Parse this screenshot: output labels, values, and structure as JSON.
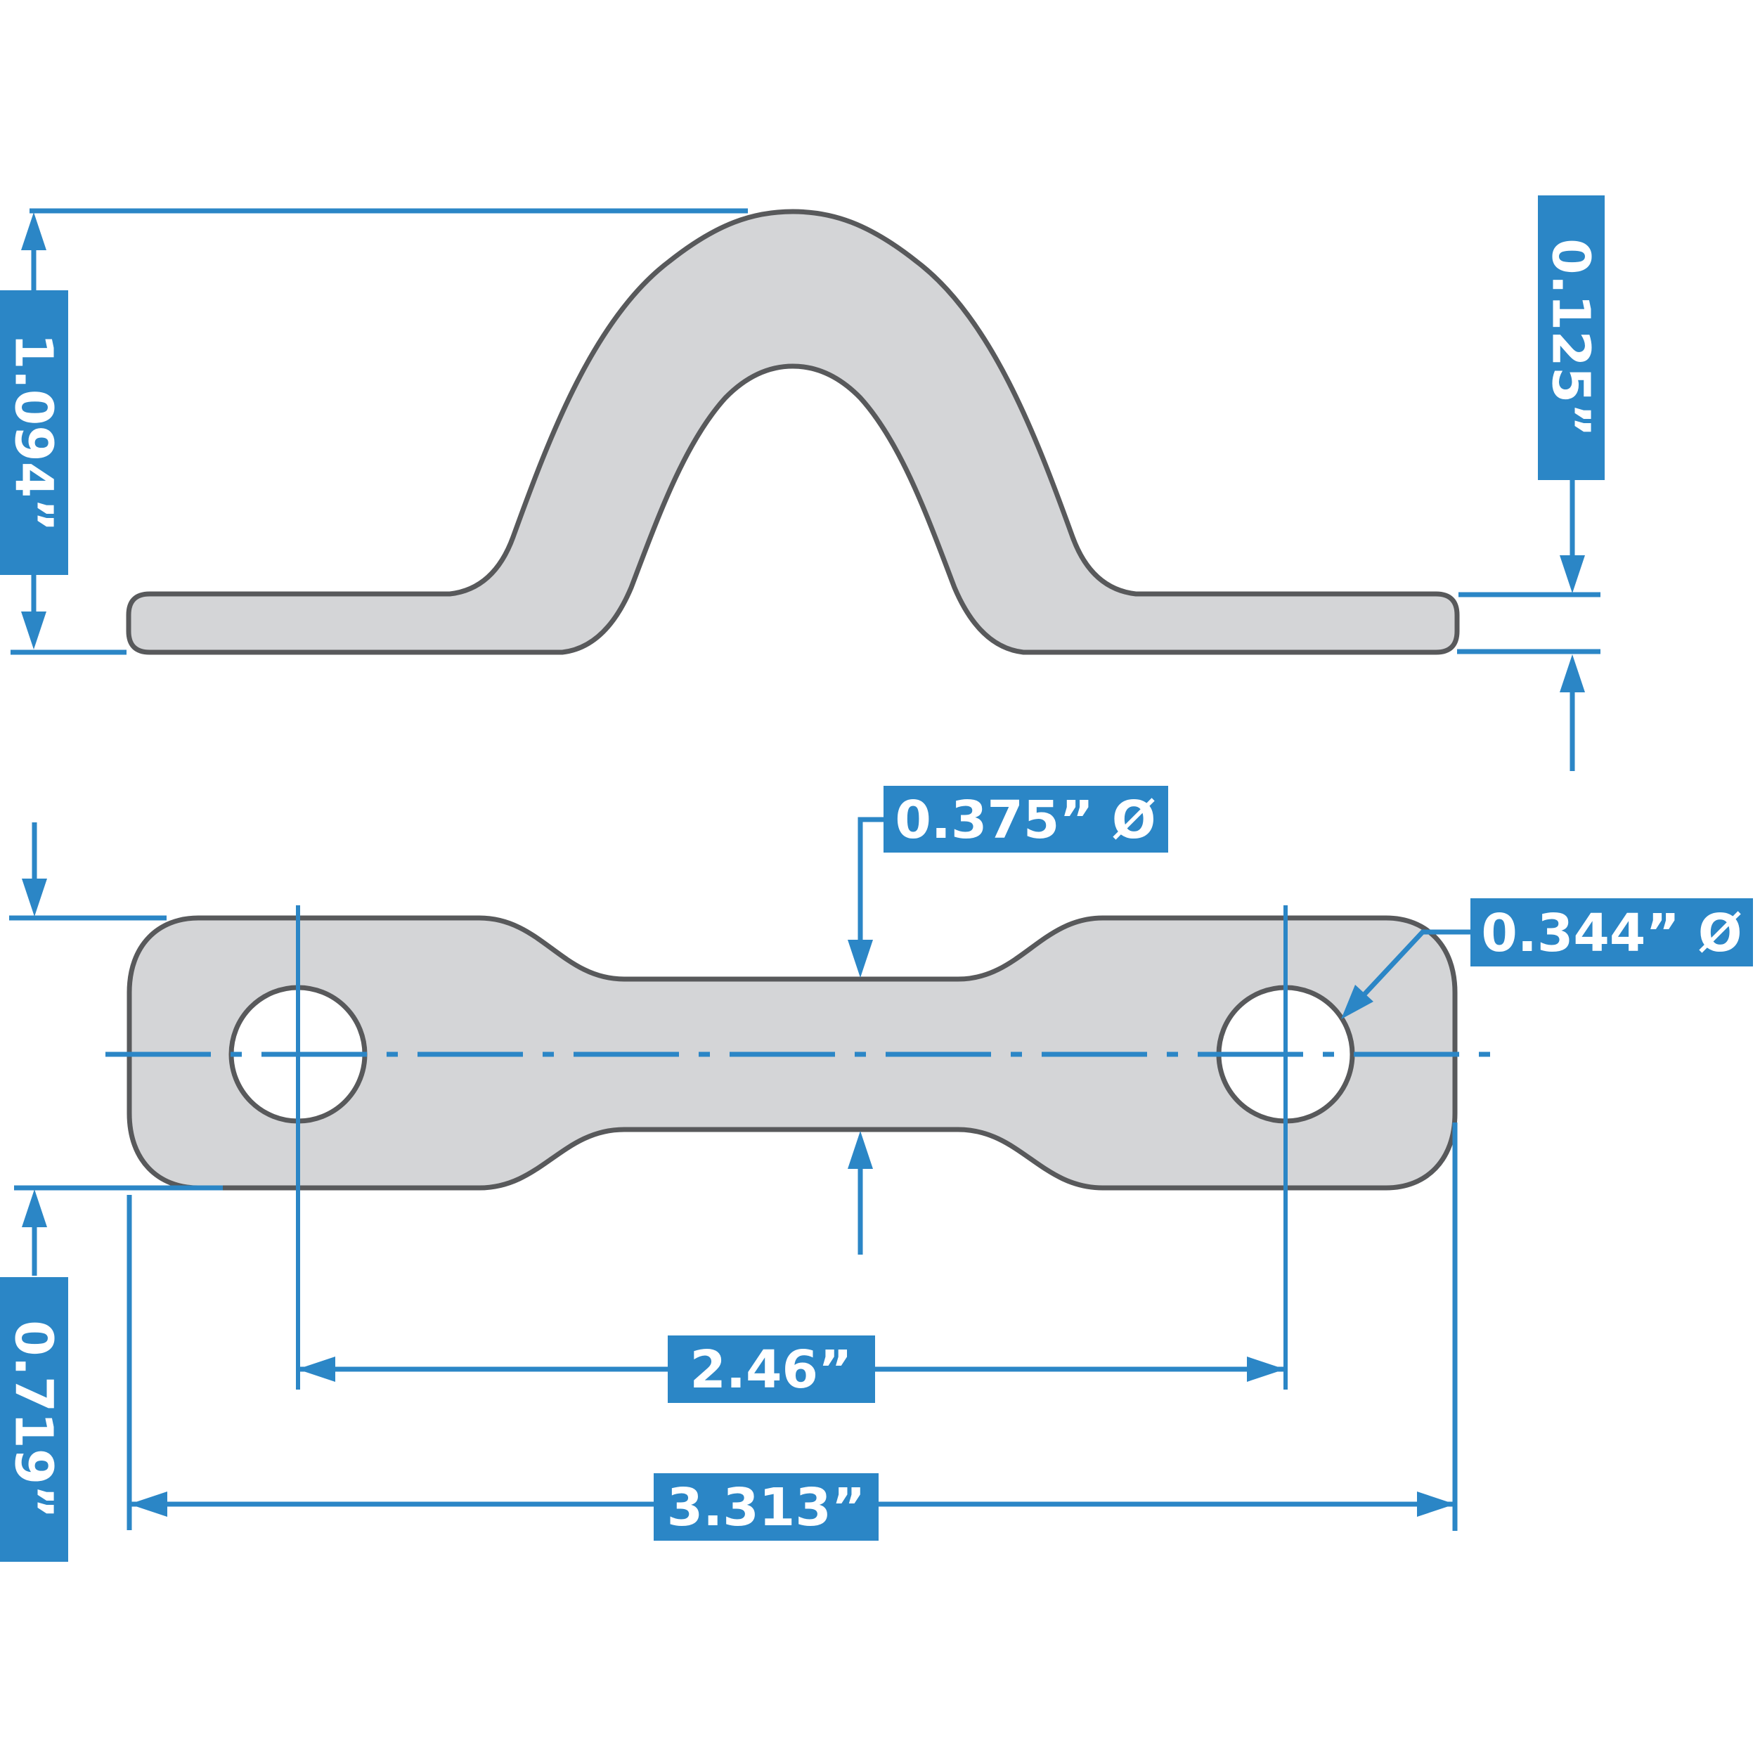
{
  "diagram": {
    "type": "technical-dimension-drawing",
    "part": "pad-eye strap (side elevation and plan view)",
    "colors": {
      "accent_blue": "#2b86c6",
      "part_fill": "#d4d5d7",
      "part_outline": "#58595b",
      "background": "#ffffff",
      "label_text": "#ffffff"
    },
    "side_view": {
      "height_label": "1.094”",
      "thickness_label": "0.125”"
    },
    "plan_view": {
      "bar_width_label": "0.375” Ø",
      "hole_diameter_label": "0.344” Ø",
      "hole_spacing_label": "2.46”",
      "overall_length_label": "3.313”",
      "end_width_label": "0.719”"
    }
  }
}
